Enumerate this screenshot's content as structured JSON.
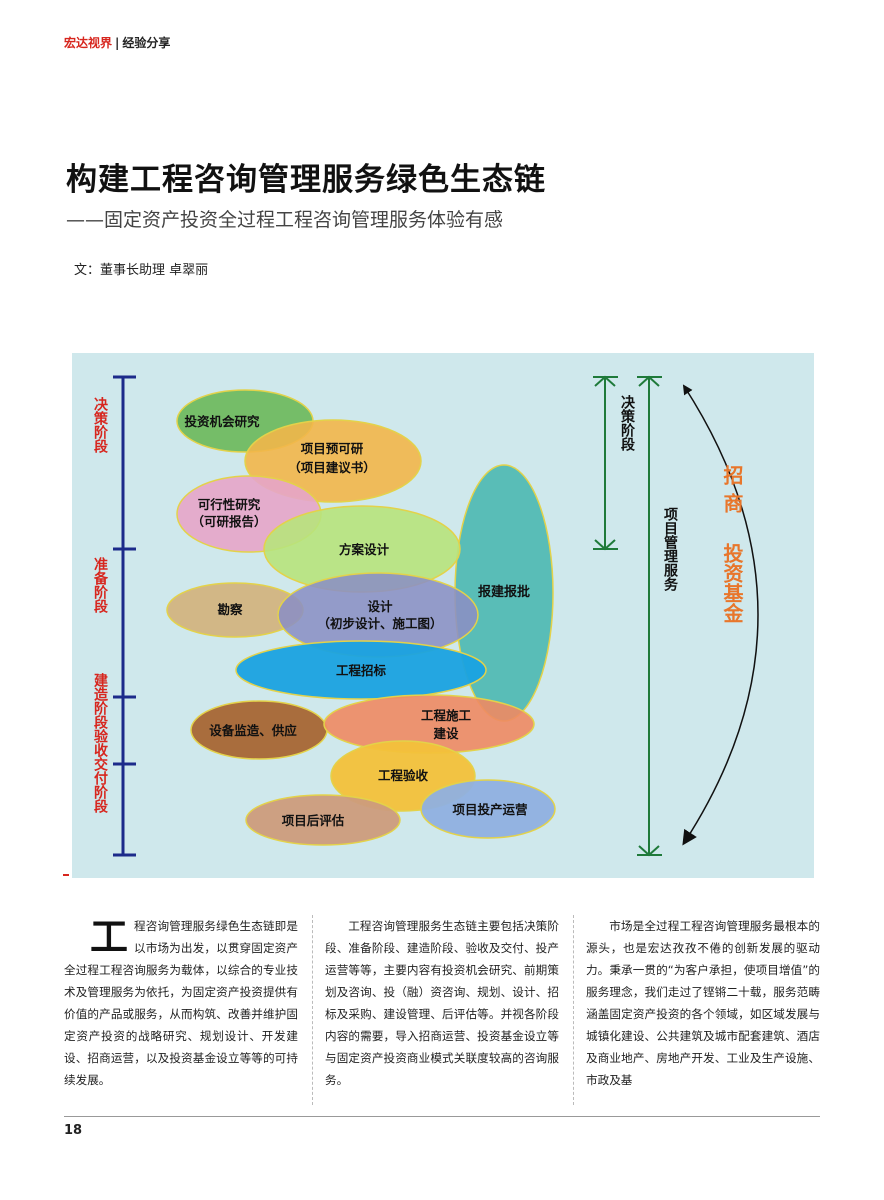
{
  "header": {
    "brand": "宏达视界",
    "separator": "|",
    "section": "经验分享"
  },
  "article": {
    "title": "构建工程咨询管理服务绿色生态链",
    "subtitle": "——固定资产投资全过程工程咨询管理服务体验有感",
    "author": "文：董事长助理 卓翠丽"
  },
  "diagram": {
    "stages": [
      "决策阶段",
      "准备阶段",
      "建造阶段",
      "验收交付阶段"
    ],
    "nodes": {
      "investment_research": "投资机会研究",
      "prefeasibility_l1": "项目预可研",
      "prefeasibility_l2": "（项目建议书）",
      "feasibility_l1": "可行性研究",
      "feasibility_l2": "（可研报告）",
      "scheme_design": "方案设计",
      "survey": "勘察",
      "design_l1": "设计",
      "design_l2": "（初步设计、施工图）",
      "approval": "报建报批",
      "bidding": "工程招标",
      "supervision": "设备监造、供应",
      "construction_l1": "工程施工",
      "construction_l2": "建设",
      "acceptance": "工程验收",
      "post_evaluation": "项目后评估",
      "operation": "项目投产运营"
    },
    "right_labels": {
      "decision": "决策阶段",
      "management": "项目管理服务",
      "funds_top": "招商",
      "funds_bottom": "投资基金"
    },
    "colors": {
      "background": "#cfe8ec",
      "stage_axis": "#1c2a8a",
      "stage_text": "#d7261e",
      "bracket": "#1f7a3a",
      "accent_text": "#e8762b"
    }
  },
  "body": {
    "col1_dropcap": "工",
    "col1_text": "程咨询管理服务绿色生态链即是以市场为出发，以贯穿固定资产全过程工程咨询服务为载体，以综合的专业技术及管理服务为依托，为固定资产投资提供有价值的产品或服务，从而构筑、改善并维护固定资产投资的战略研究、规划设计、开发建设、招商运营，以及投资基金设立等等的可持续发展。",
    "col2_text": "工程咨询管理服务生态链主要包括决策阶段、准备阶段、建造阶段、验收及交付、投产运营等等，主要内容有投资机会研究、前期策划及咨询、投（融）资咨询、规划、设计、招标及采购、建设管理、后评估等。并视各阶段内容的需要，导入招商运营、投资基金设立等与固定资产投资商业模式关联度较高的咨询服务。",
    "col3_text": "市场是全过程工程咨询管理服务最根本的源头，也是宏达孜孜不倦的创新发展的驱动力。秉承一贯的“为客户承担，使项目增值”的服务理念，我们走过了铿锵二十载，服务范畴涵盖固定资产投资的各个领域，如区域发展与城镇化建设、公共建筑及城市配套建筑、酒店及商业地产、房地产开发、工业及生产设施、市政及基"
  },
  "footer": {
    "page_number": "18"
  }
}
